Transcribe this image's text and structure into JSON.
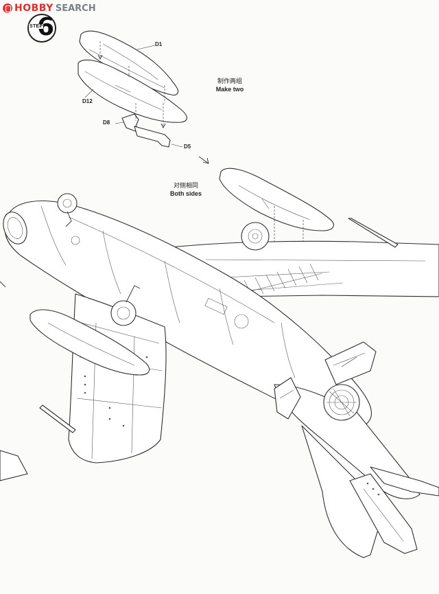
{
  "watermark": {
    "brand": "HOBBY",
    "site": "SEARCH"
  },
  "step": {
    "number": "6",
    "label": "STEP"
  },
  "parts": {
    "d1": "D1",
    "d12": "D12",
    "d8": "D8",
    "d5": "D5"
  },
  "notes": {
    "make_two_cn": "制作两组",
    "make_two_en": "Make two",
    "both_sides_cn": "对侧相同",
    "both_sides_en": "Both sides"
  },
  "icons": {
    "step_badge": "gear-step-icon",
    "transfer_arrow": "dashed-arrow-icon",
    "hobbysearch_logo": "hobbysearch-logo-icon"
  },
  "colors": {
    "watermark_brand": "#d9322f",
    "watermark_site": "#7b7f86",
    "line": "#2d2d2d",
    "paper": "#fbfbfa"
  }
}
